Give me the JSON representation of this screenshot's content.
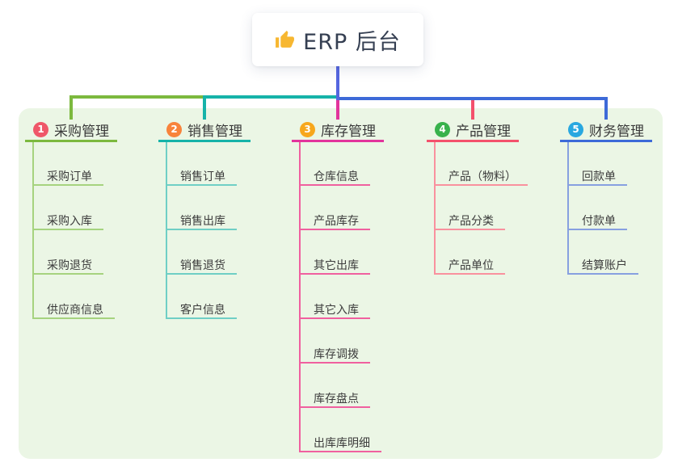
{
  "root": {
    "label": "ERP 后台",
    "icon": "thumbs-up-icon",
    "line_color": "#5566e0"
  },
  "panel": {
    "background": "#ebf6e5"
  },
  "branches": [
    {
      "number": "1",
      "label": "采购管理",
      "badge_color": "#ef5769",
      "line_color": "#7cb93e",
      "child_line_color": "#a6d37f",
      "children": [
        "采购订单",
        "采购入库",
        "采购退货",
        "供应商信息"
      ]
    },
    {
      "number": "2",
      "label": "销售管理",
      "badge_color": "#f8833b",
      "line_color": "#16b3a9",
      "child_line_color": "#6fcfc5",
      "children": [
        "销售订单",
        "销售出库",
        "销售退货",
        "客户信息"
      ]
    },
    {
      "number": "3",
      "label": "库存管理",
      "badge_color": "#f7a71c",
      "line_color": "#e2349c",
      "child_line_color": "#f0609f",
      "children": [
        "仓库信息",
        "产品库存",
        "其它出库",
        "其它入库",
        "库存调拨",
        "库存盘点",
        "出库库明细"
      ]
    },
    {
      "number": "4",
      "label": "产品管理",
      "badge_color": "#38b24c",
      "line_color": "#f4516c",
      "child_line_color": "#f9919e",
      "children": [
        "产品（物料）",
        "产品分类",
        "产品单位"
      ]
    },
    {
      "number": "5",
      "label": "财务管理",
      "badge_color": "#29a8e0",
      "line_color": "#3d6ad8",
      "child_line_color": "#87a0e0",
      "children": [
        "回款单",
        "付款单",
        "结算账户"
      ]
    }
  ]
}
